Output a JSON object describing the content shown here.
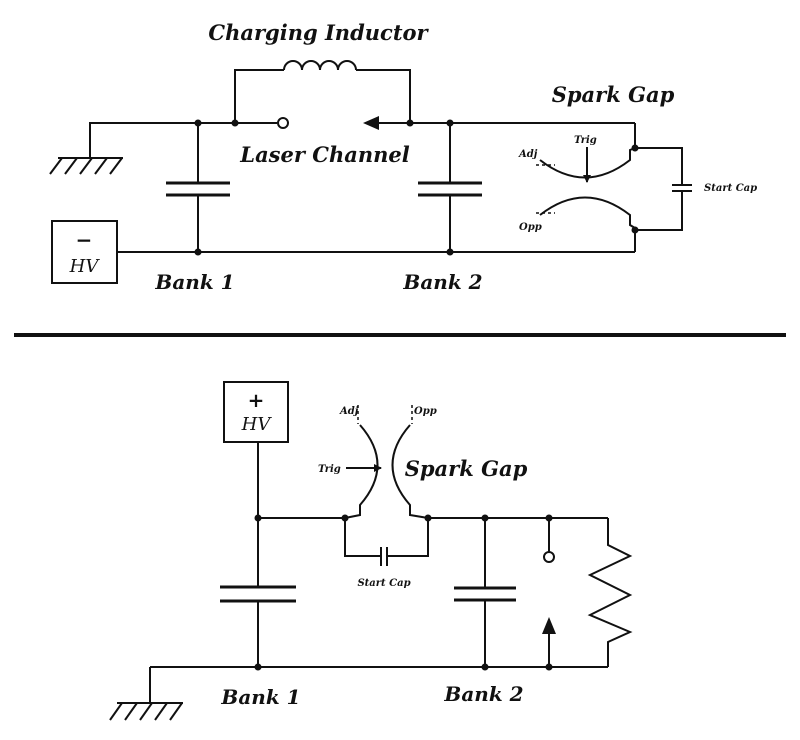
{
  "top_circuit": {
    "inductor_label": "Charging Inductor",
    "spark_gap_label": "Spark Gap",
    "laser_channel_label": "Laser Channel",
    "adj_label": "Adj",
    "trig_label": "Trig",
    "opp_label": "Opp",
    "start_cap_label": "Start Cap",
    "hv_polarity": "−",
    "hv_label": "HV",
    "bank1_label": "Bank 1",
    "bank2_label": "Bank 2"
  },
  "bottom_circuit": {
    "hv_polarity": "+",
    "hv_label": "HV",
    "adj_label": "Adj",
    "opp_label": "Opp",
    "trig_label": "Trig",
    "spark_gap_label": "Spark Gap",
    "start_cap_label": "Start Cap",
    "bank1_label": "Bank 1",
    "bank2_label": "Bank 2"
  }
}
